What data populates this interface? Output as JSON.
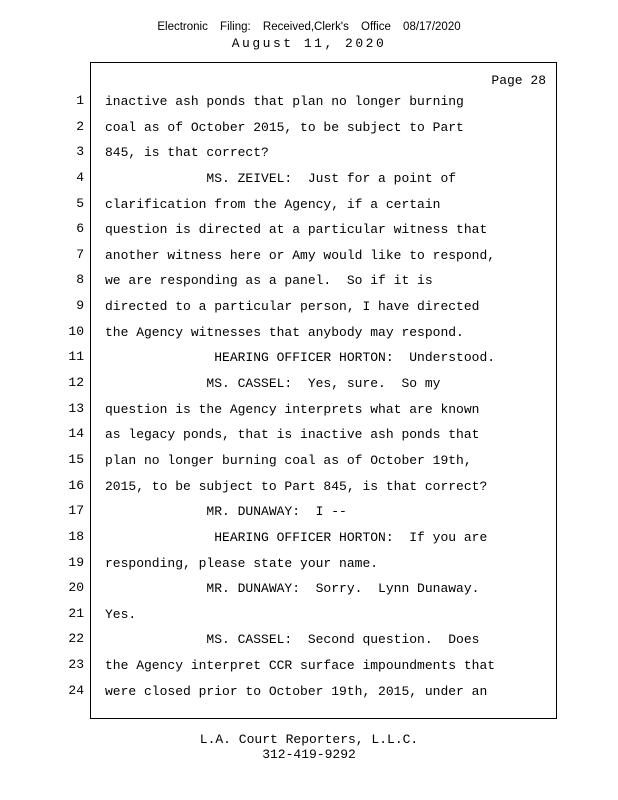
{
  "header": {
    "efiling_line": "Electronic Filing: Received,Clerk's Office 08/17/2020",
    "date_line": "August 11, 2020"
  },
  "page": {
    "label": "Page 28"
  },
  "transcript": {
    "lines": [
      {
        "num": "1",
        "text": "inactive ash ponds that plan no longer burning"
      },
      {
        "num": "2",
        "text": "coal as of October 2015, to be subject to Part"
      },
      {
        "num": "3",
        "text": "845, is that correct?"
      },
      {
        "num": "4",
        "text": "             MS. ZEIVEL:  Just for a point of"
      },
      {
        "num": "5",
        "text": "clarification from the Agency, if a certain"
      },
      {
        "num": "6",
        "text": "question is directed at a particular witness that"
      },
      {
        "num": "7",
        "text": "another witness here or Amy would like to respond,"
      },
      {
        "num": "8",
        "text": "we are responding as a panel.  So if it is"
      },
      {
        "num": "9",
        "text": "directed to a particular person, I have directed"
      },
      {
        "num": "10",
        "text": "the Agency witnesses that anybody may respond."
      },
      {
        "num": "11",
        "text": "              HEARING OFFICER HORTON:  Understood."
      },
      {
        "num": "12",
        "text": "             MS. CASSEL:  Yes, sure.  So my"
      },
      {
        "num": "13",
        "text": "question is the Agency interprets what are known"
      },
      {
        "num": "14",
        "text": "as legacy ponds, that is inactive ash ponds that"
      },
      {
        "num": "15",
        "text": "plan no longer burning coal as of October 19th,"
      },
      {
        "num": "16",
        "text": "2015, to be subject to Part 845, is that correct?"
      },
      {
        "num": "17",
        "text": "             MR. DUNAWAY:  I --"
      },
      {
        "num": "18",
        "text": "              HEARING OFFICER HORTON:  If you are"
      },
      {
        "num": "19",
        "text": "responding, please state your name."
      },
      {
        "num": "20",
        "text": "             MR. DUNAWAY:  Sorry.  Lynn Dunaway."
      },
      {
        "num": "21",
        "text": "Yes."
      },
      {
        "num": "22",
        "text": "             MS. CASSEL:  Second question.  Does"
      },
      {
        "num": "23",
        "text": "the Agency interpret CCR surface impoundments that"
      },
      {
        "num": "24",
        "text": "were closed prior to October 19th, 2015, under an"
      }
    ]
  },
  "footer": {
    "company": "L.A. Court Reporters, L.L.C.",
    "phone": "312-419-9292"
  },
  "colors": {
    "text": "#000000",
    "background": "#ffffff",
    "border": "#000000"
  }
}
